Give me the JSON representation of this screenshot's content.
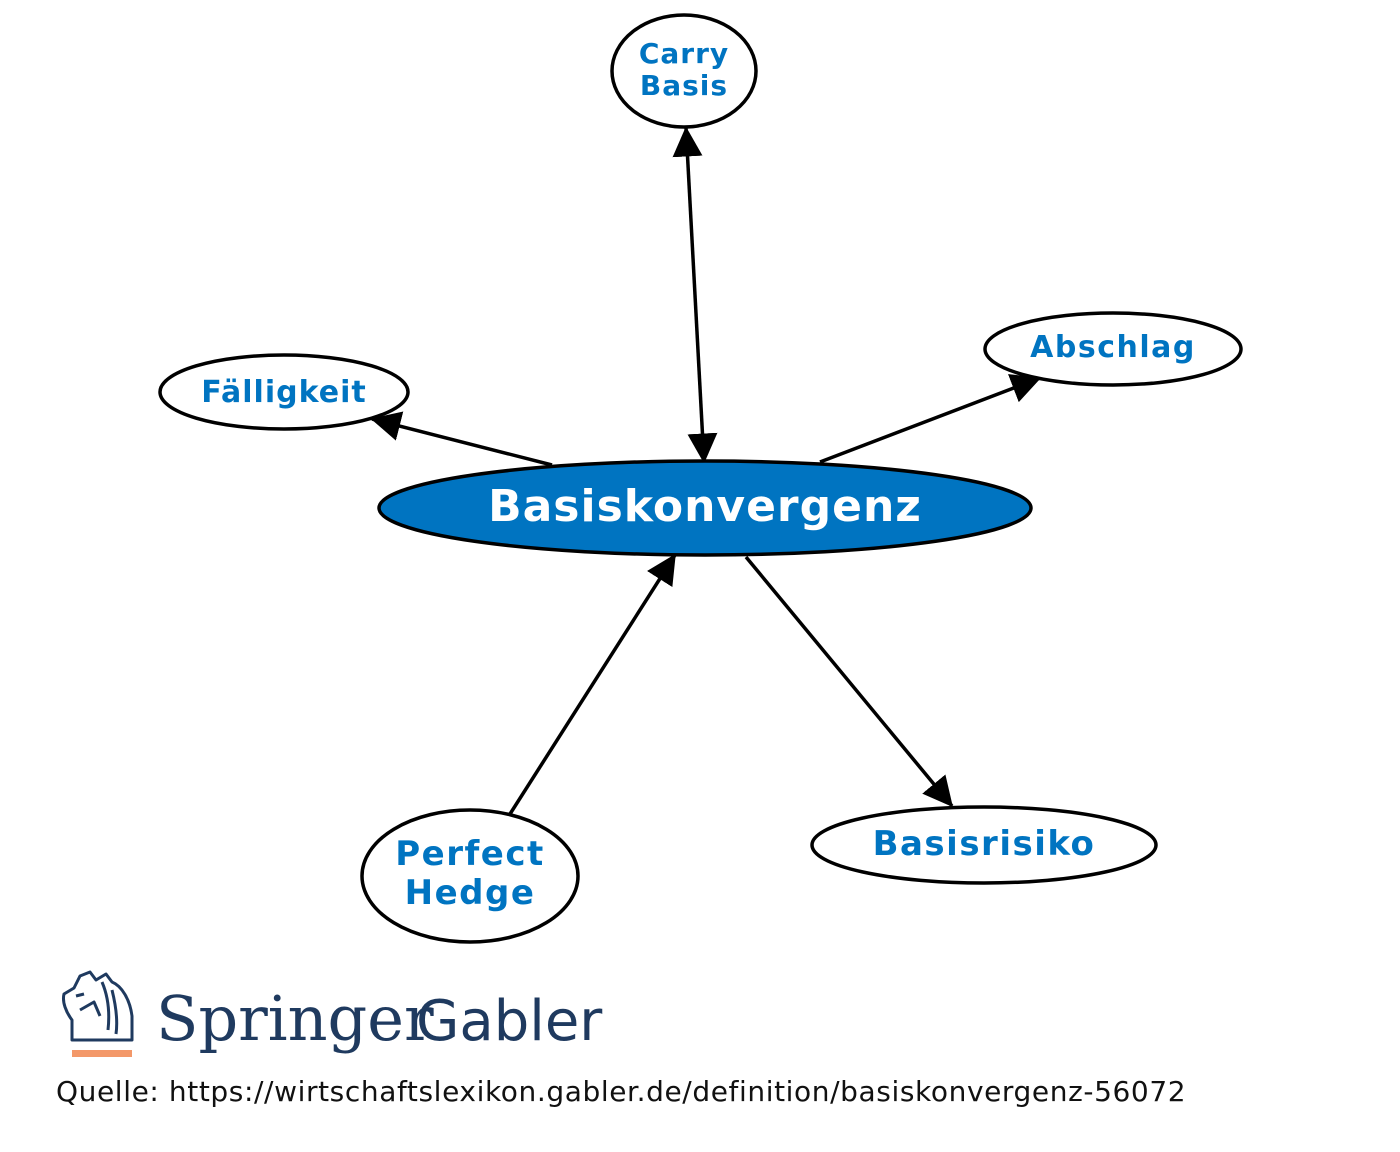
{
  "diagram": {
    "center": "Basiskonvergenz",
    "nodes": {
      "carry_basis": [
        "Carry",
        "Basis"
      ],
      "abschlag": "Abschlag",
      "faelligkeit": "Fälligkeit",
      "perfect_hedge": [
        "Perfect",
        "Hedge"
      ],
      "basisrisiko": "Basisrisiko"
    },
    "colors": {
      "center_fill": "#0074c1",
      "node_text": "#0074c1",
      "edge": "#000000"
    }
  },
  "logo": {
    "brand": "Springer",
    "imprint": "Gabler"
  },
  "source": "Quelle: https://wirtschaftslexikon.gabler.de/definition/basiskonvergenz-56072"
}
